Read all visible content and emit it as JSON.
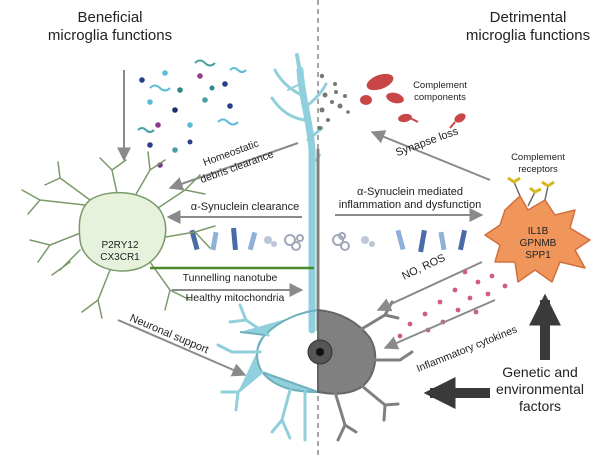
{
  "left_title": [
    "Beneficial",
    "microglia functions"
  ],
  "right_title": [
    "Detrimental",
    "microglia functions"
  ],
  "homeostatic": [
    "Homeostatic",
    "debris clearance"
  ],
  "syn_clearance": "α-Synuclein clearance",
  "syn_mediated": [
    "α-Synuclein mediated",
    "inflammation and dysfunction"
  ],
  "tunnelling": "Tunnelling nanotube",
  "healthy_mito": "Healthy mitochondria",
  "neuronal_support": "Neuronal support",
  "complement_components": [
    "Complement",
    "components"
  ],
  "synapse_loss": "Synapse loss",
  "complement_receptors": [
    "Complement",
    "receptors"
  ],
  "left_markers": [
    "P2RY12",
    "CX3CR1"
  ],
  "right_markers": [
    "IL1B",
    "GPNMB",
    "SPP1"
  ],
  "no_ros": "NO, ROS",
  "inflammatory": "Inflammatory cytokines",
  "genetic": [
    "Genetic and",
    "environmental",
    "factors"
  ],
  "colors": {
    "neuron_healthy": "#8fd0dc",
    "neuron_diseased": "#808080",
    "microglia_homeostatic": "#e6f2dc",
    "microglia_reactive": "#f0965a",
    "complement_red": "#c84646",
    "cytokine_pink": "#d25a8c",
    "nanotube_green": "#4a8a2a"
  }
}
